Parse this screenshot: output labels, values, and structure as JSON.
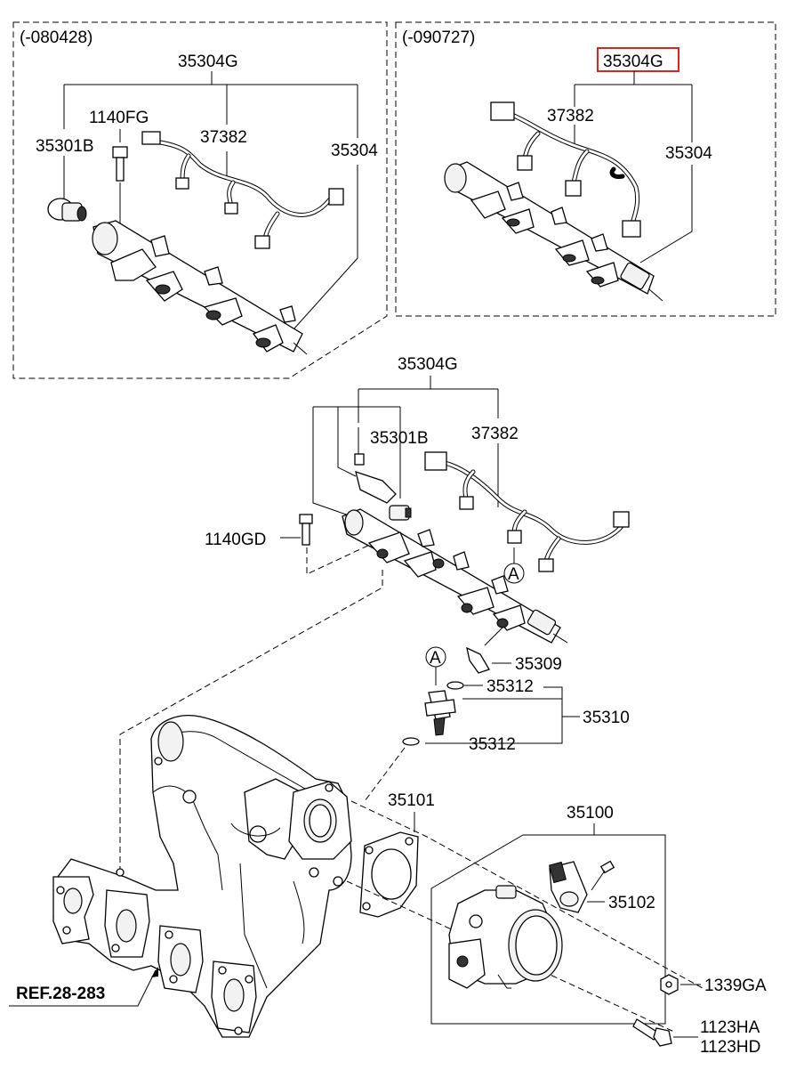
{
  "boxes": {
    "left_date": "(-080428)",
    "right_date": "(-090727)"
  },
  "labels": {
    "l_35304G": "35304G",
    "l_35301B": "35301B",
    "l_1140FG": "1140FG",
    "l_37382": "37382",
    "l_35304": "35304",
    "r_35304G": "35304G",
    "r_37382": "37382",
    "r_35304": "35304",
    "m_35304G": "35304G",
    "m_35301B": "35301B",
    "m_37382": "37382",
    "m_1140GD": "1140GD",
    "m_A1": "A",
    "m_A2": "A",
    "m_35309": "35309",
    "m_35312a": "35312",
    "m_35310": "35310",
    "m_35312b": "35312",
    "m_35101": "35101",
    "m_35100": "35100",
    "m_35102": "35102",
    "m_1339GA": "1339GA",
    "m_1123HA": "1123HA",
    "m_1123HD": "1123HD",
    "ref": "REF.28-283"
  },
  "highlight_color": "#e0241b"
}
